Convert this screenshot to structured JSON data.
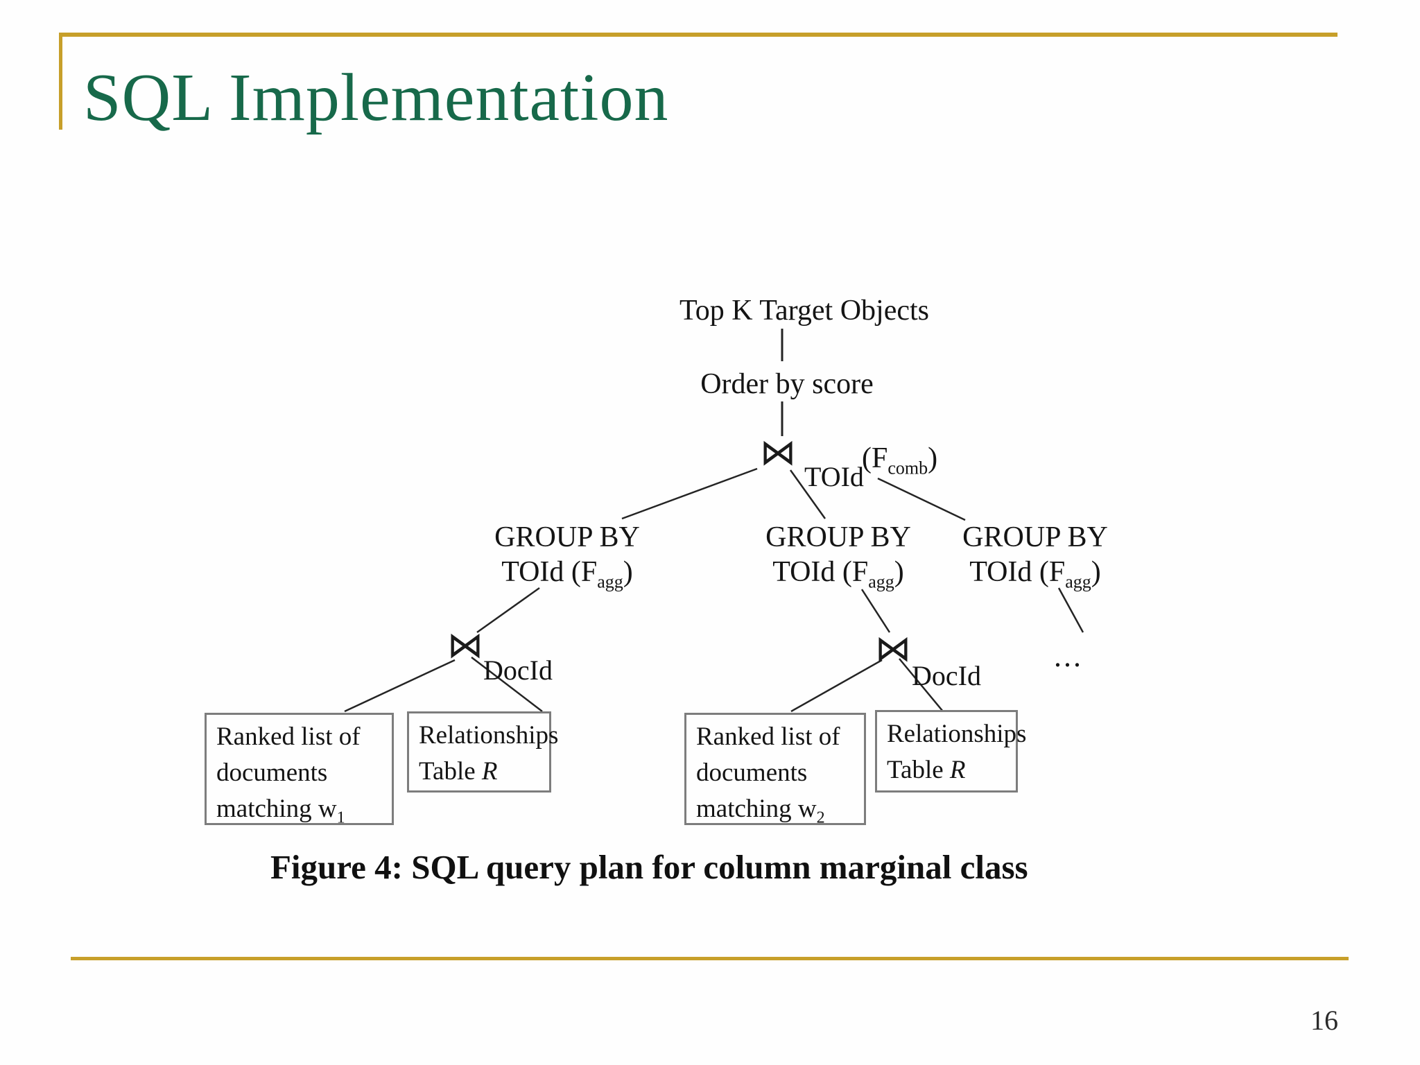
{
  "slide": {
    "title": "SQL Implementation",
    "page_number": "16",
    "accent_gold": "#c79f2a",
    "title_green": "#17694a"
  },
  "figure": {
    "caption": "Figure 4: SQL query plan for column marginal class",
    "root_label": "Top K Target Objects",
    "order_label": "Order by score",
    "join_symbol": "⋈",
    "ellipsis": "...",
    "top_join": {
      "key_label": "TOId",
      "func_open": "(F",
      "func_sub": "comb",
      "func_close": ")"
    },
    "group_by_nodes": [
      {
        "line1": "GROUP BY",
        "l2_open": "TOId (F",
        "l2_sub": "agg",
        "l2_close": ")"
      },
      {
        "line1": "GROUP BY",
        "l2_open": "TOId (F",
        "l2_sub": "agg",
        "l2_close": ")"
      },
      {
        "line1": "GROUP BY",
        "l2_open": "TOId (F",
        "l2_sub": "agg",
        "l2_close": ")"
      }
    ],
    "doc_joins": [
      {
        "key_label": "DocId"
      },
      {
        "key_label": "DocId"
      }
    ],
    "boxes": [
      {
        "line1": "Ranked list of",
        "line2": "documents",
        "line3_prefix": "matching w",
        "line3_sub": "1"
      },
      {
        "line1": "Relationships",
        "line2_prefix": "Table ",
        "line2_var": "R"
      },
      {
        "line1": "Ranked list of",
        "line2": "documents",
        "line3_prefix": "matching w",
        "line3_sub": "2"
      },
      {
        "line1": "Relationships",
        "line2_prefix": "Table ",
        "line2_var": "R"
      }
    ]
  }
}
